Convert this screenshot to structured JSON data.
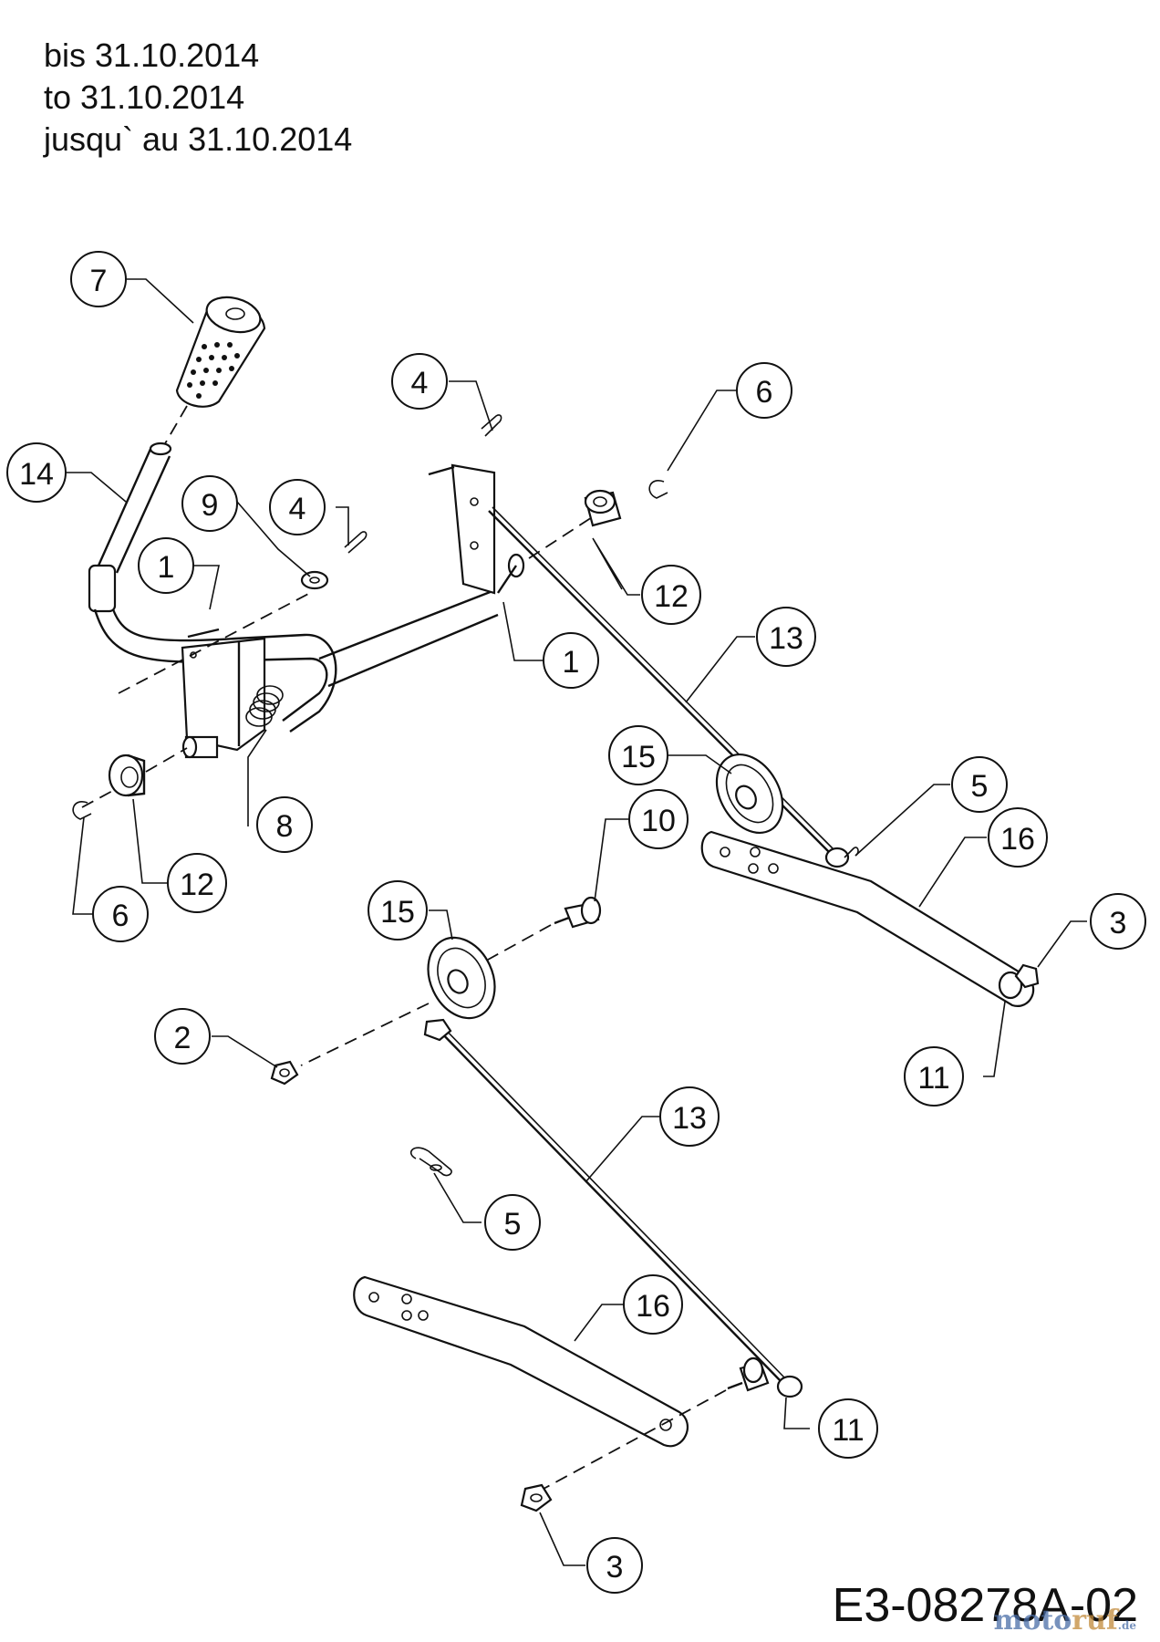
{
  "header": {
    "line_de": "bis 31.10.2014",
    "line_en": "to 31.10.2014",
    "line_fr": "jusqu` au 31.10.2014"
  },
  "drawing_code": "E3-08278A-02",
  "watermark": {
    "part1": "moto",
    "part2": "ruf",
    "suffix": ".de"
  },
  "callouts": [
    {
      "id": "c7",
      "label": "7"
    },
    {
      "id": "c14",
      "label": "14"
    },
    {
      "id": "c9",
      "label": "9"
    },
    {
      "id": "c4a",
      "label": "4"
    },
    {
      "id": "c1a",
      "label": "1"
    },
    {
      "id": "c4b",
      "label": "4"
    },
    {
      "id": "c6a",
      "label": "6"
    },
    {
      "id": "c12a",
      "label": "12"
    },
    {
      "id": "c1b",
      "label": "1"
    },
    {
      "id": "c13a",
      "label": "13"
    },
    {
      "id": "c15a",
      "label": "15"
    },
    {
      "id": "c5a",
      "label": "5"
    },
    {
      "id": "c16a",
      "label": "16"
    },
    {
      "id": "c10",
      "label": "10"
    },
    {
      "id": "c8",
      "label": "8"
    },
    {
      "id": "c12b",
      "label": "12"
    },
    {
      "id": "c6b",
      "label": "6"
    },
    {
      "id": "c15b",
      "label": "15"
    },
    {
      "id": "c3a",
      "label": "3"
    },
    {
      "id": "c2",
      "label": "2"
    },
    {
      "id": "c11a",
      "label": "11"
    },
    {
      "id": "c13b",
      "label": "13"
    },
    {
      "id": "c5b",
      "label": "5"
    },
    {
      "id": "c16b",
      "label": "16"
    },
    {
      "id": "c11b",
      "label": "11"
    },
    {
      "id": "c3b",
      "label": "3"
    }
  ]
}
